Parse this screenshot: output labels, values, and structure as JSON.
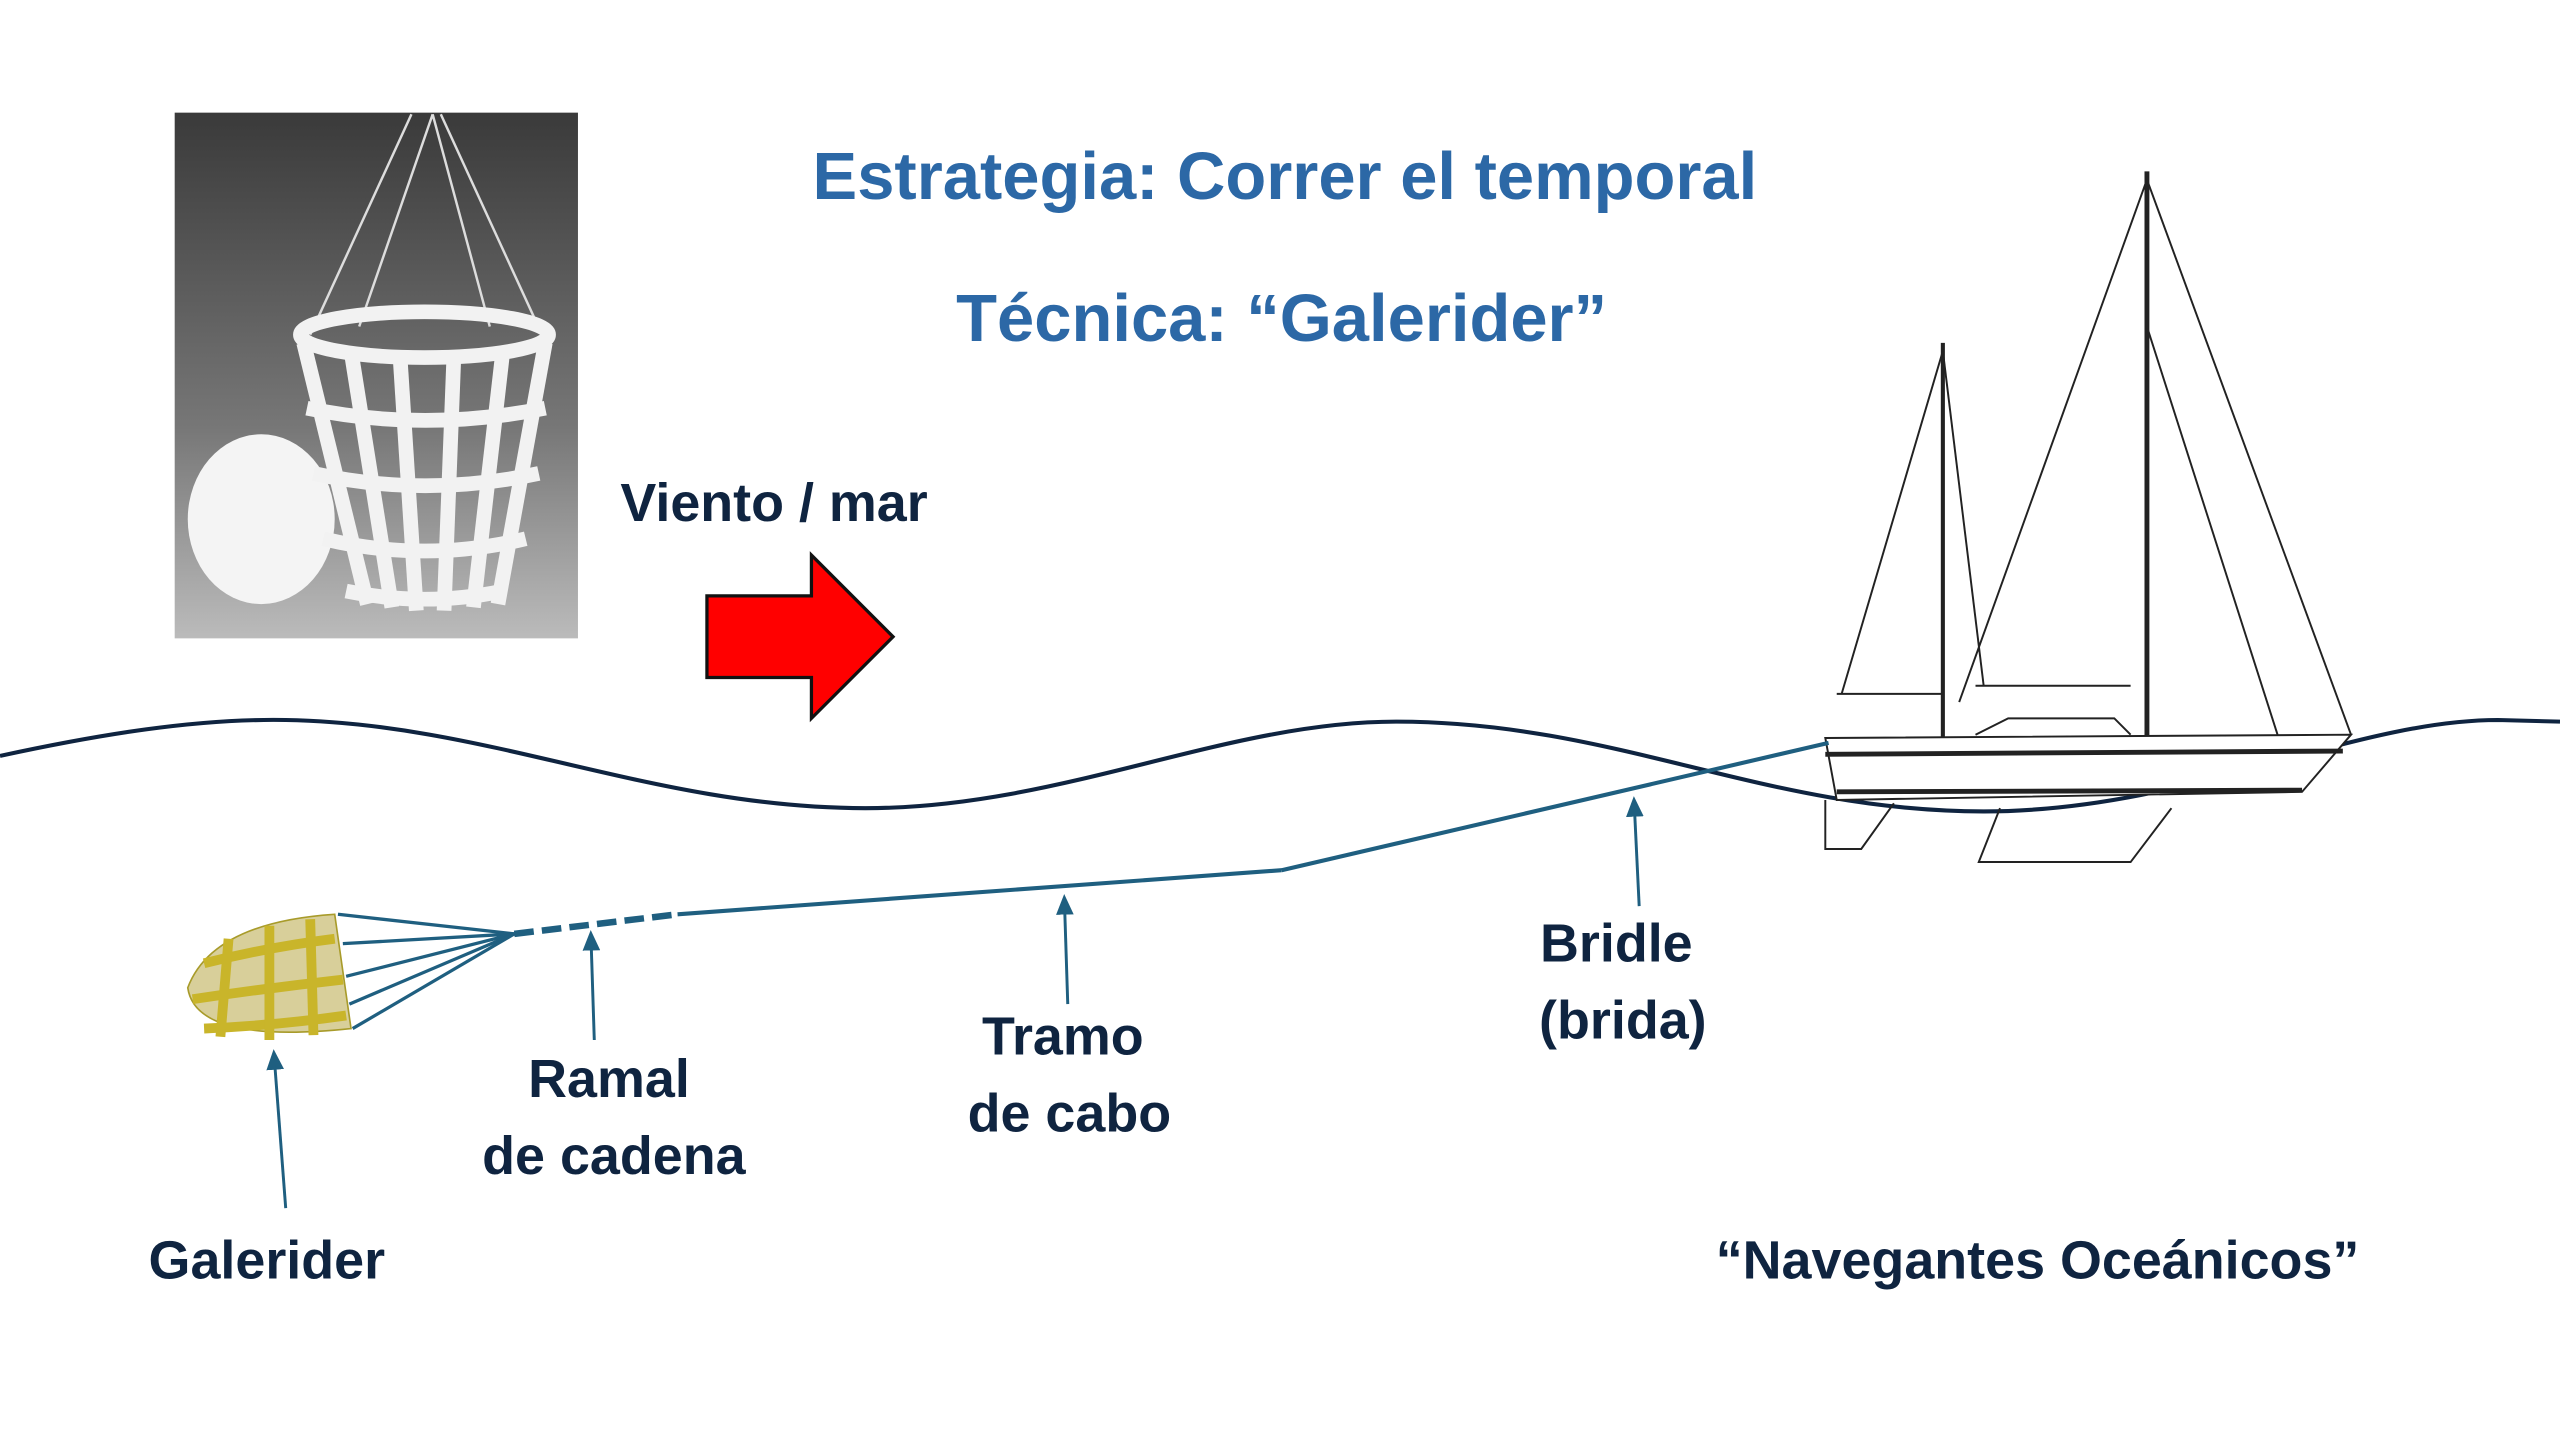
{
  "title": "Estrategia: Correr el temporal",
  "subtitle": "Técnica: “Galerider”",
  "wind_label": "Viento / mar",
  "labels": {
    "galerider": "Galerider",
    "chain_line1": "Ramal",
    "chain_line2": "de cadena",
    "rope_line1": "Tramo",
    "rope_line2": "de cabo",
    "bridle_line1": "Bridle",
    "bridle_line2": "(brida)"
  },
  "credit": "“Navegantes Oceánicos”",
  "colors": {
    "title": "#2c68a6",
    "label": "#0f2440",
    "arrow": "#ff0000",
    "line": "#1f5f80",
    "wave": "#0f2440",
    "drogue": "#c9b52a"
  }
}
